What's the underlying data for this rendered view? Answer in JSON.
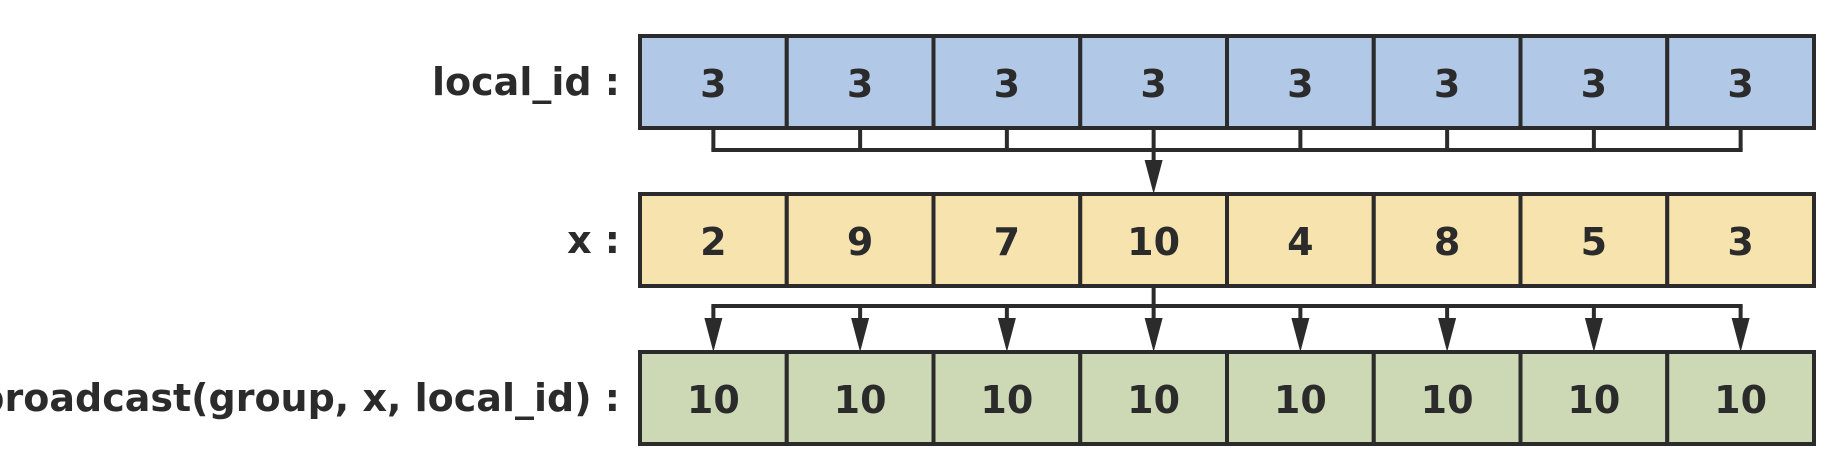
{
  "colors": {
    "local_id_fill": "#b1c9e6",
    "x_fill": "#f7e3ad",
    "result_fill": "#cdd9b5",
    "stroke": "#2b2b2b",
    "text": "#2b2b2b"
  },
  "rows": [
    {
      "key": "local_id",
      "label": "local_id :",
      "fill_key": "local_id_fill",
      "values": [
        "3",
        "3",
        "3",
        "3",
        "3",
        "3",
        "3",
        "3"
      ]
    },
    {
      "key": "x",
      "label": "x :",
      "fill_key": "x_fill",
      "values": [
        "2",
        "9",
        "7",
        "10",
        "4",
        "8",
        "5",
        "3"
      ]
    },
    {
      "key": "broadcast",
      "label": "broadcast(group, x, local_id) :",
      "fill_key": "result_fill",
      "values": [
        "10",
        "10",
        "10",
        "10",
        "10",
        "10",
        "10",
        "10"
      ]
    }
  ],
  "broadcast_source_index": 3
}
